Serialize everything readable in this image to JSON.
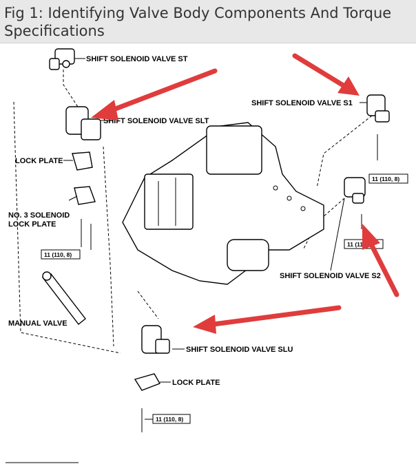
{
  "figure": {
    "title": "Fig 1: Identifying Valve Body Components And Torque Specifications"
  },
  "labels": {
    "shift_solenoid_st": "SHIFT SOLENOID VALVE ST",
    "shift_solenoid_slt": "SHIFT SOLENOID VALVE SLT",
    "shift_solenoid_s1": "SHIFT SOLENOID VALVE S1",
    "shift_solenoid_s2": "SHIFT SOLENOID VALVE S2",
    "shift_solenoid_slu": "SHIFT SOLENOID VALVE SLU",
    "lock_plate_upper": "LOCK PLATE",
    "lock_plate_lower": "LOCK PLATE",
    "no3_lock_plate_line1": "NO. 3 SOLENOID",
    "no3_lock_plate_line2": "LOCK PLATE",
    "manual_valve": "MANUAL VALVE"
  },
  "torque_specs": {
    "left": "11 (110, 8)",
    "s1": "11 (110, 8)",
    "s2": "11 (110, 8)",
    "bottom": "11 (110, 8)"
  },
  "colors": {
    "arrow": "#e03c3c",
    "title_background": "#e8e8e8"
  }
}
